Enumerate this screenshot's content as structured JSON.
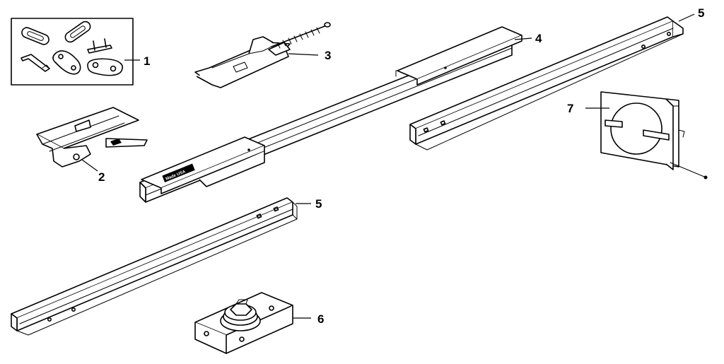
{
  "callouts": [
    {
      "id": "1",
      "label": "1"
    },
    {
      "id": "2",
      "label": "2"
    },
    {
      "id": "3",
      "label": "3"
    },
    {
      "id": "4",
      "label": "4"
    },
    {
      "id": "5a",
      "label": "5"
    },
    {
      "id": "5b",
      "label": "5"
    },
    {
      "id": "6",
      "label": "6"
    },
    {
      "id": "7",
      "label": "7"
    }
  ],
  "rail_text": "Made USA"
}
